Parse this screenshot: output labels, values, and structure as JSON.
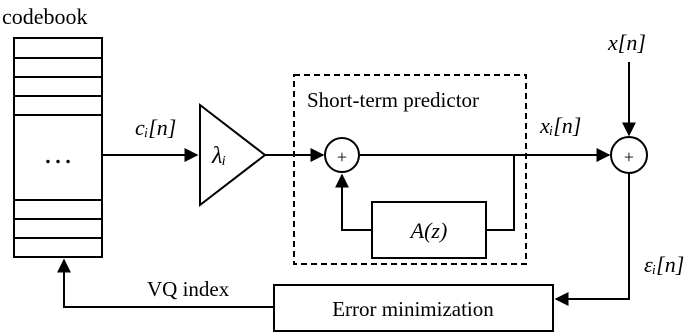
{
  "labels": {
    "codebook": "codebook",
    "dots": "…",
    "codevector": "cᵢ[n]",
    "gain": "λᵢ",
    "short_term_predictor": "Short-term predictor",
    "plus": "+",
    "filter": "A(z)",
    "predictor_output": "xᵢ[n]",
    "input": "x[n]",
    "error": "εᵢ[n]",
    "vq_index": "VQ index",
    "error_minimization": "Error minimization"
  }
}
